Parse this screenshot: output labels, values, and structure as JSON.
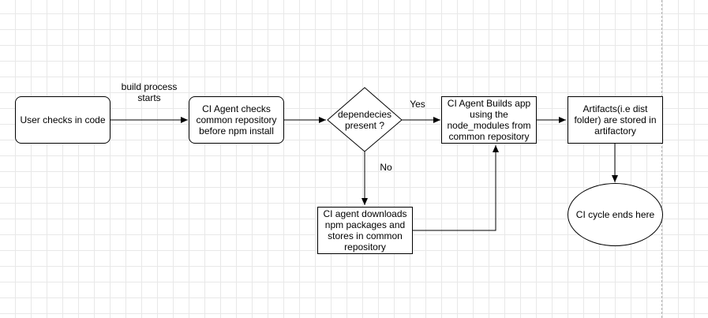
{
  "nodes": {
    "user": "User checks in code",
    "ci_check": "CI Agent checks common  repository before npm install",
    "decision": "dependecies present ?",
    "build": "CI Agent  Builds app using the node_modules from common repository",
    "artifacts": "Artifacts(i.e dist folder) are stored in artifactory",
    "download": "CI agent downloads npm packages and stores in common repository",
    "end": "CI cycle ends here"
  },
  "edge_labels": {
    "build_start": "build process\nstarts",
    "yes": "Yes",
    "no": "No"
  },
  "colors": {
    "stroke": "#000000",
    "grid": "#e8e8e8"
  }
}
